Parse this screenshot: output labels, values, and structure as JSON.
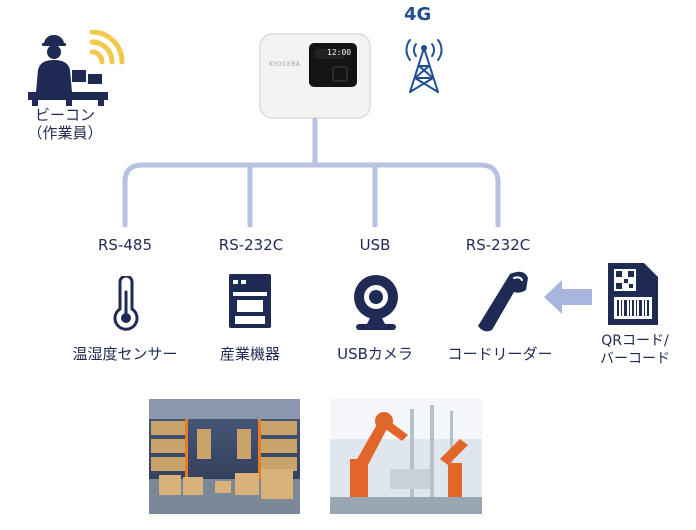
{
  "network": {
    "label": "4G"
  },
  "beacon": {
    "label_line1": "ビーコン",
    "label_line2": "（作業員）"
  },
  "router": {
    "brand": "KYOCERA",
    "screen_text": "12:00"
  },
  "ports": [
    {
      "interface": "RS-485",
      "device": "温湿度センサー",
      "icon": "thermometer-icon"
    },
    {
      "interface": "RS-232C",
      "device": "産業機器",
      "icon": "industrial-equipment-icon"
    },
    {
      "interface": "USB",
      "device": "USBカメラ",
      "icon": "webcam-icon"
    },
    {
      "interface": "RS-232C",
      "device": "コードリーダー",
      "icon": "barcode-scanner-icon"
    }
  ],
  "code": {
    "label_line1": "QRコード/",
    "label_line2": "バーコード"
  },
  "photos": [
    {
      "subject": "warehouse-photo"
    },
    {
      "subject": "factory-robot-photo"
    }
  ],
  "colors": {
    "navy": "#1f2a55",
    "line": "#b7c2e0",
    "accent": "#1f4f8f",
    "signal": "#f2c94c",
    "arrow": "#a8b6de"
  }
}
